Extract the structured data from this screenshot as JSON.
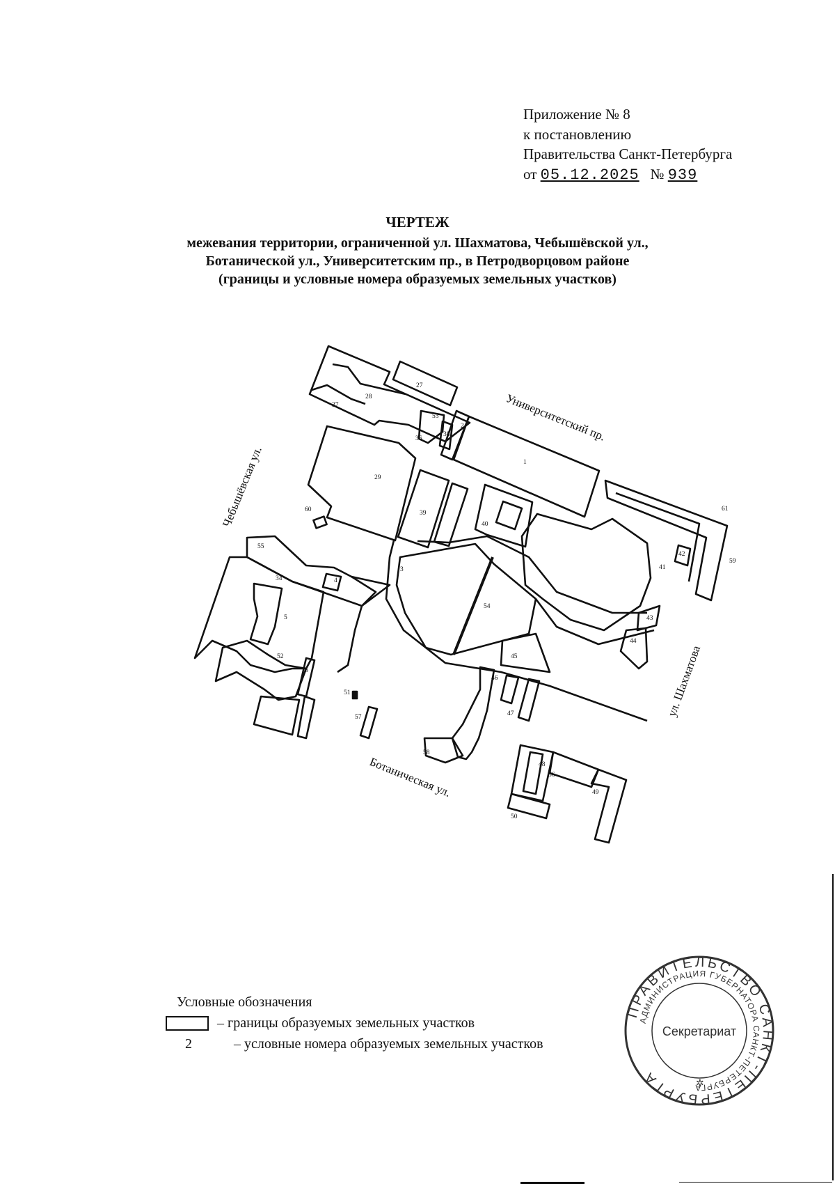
{
  "header": {
    "line1": "Приложение № 8",
    "line2": "к постановлению",
    "line3": "Правительства Санкт-Петербурга",
    "date_prefix": "от",
    "date": "05.12.2025",
    "number_prefix": "№",
    "number": "939"
  },
  "title": {
    "main": "ЧЕРТЕЖ",
    "line1": "межевания территории, ограниченной ул. Шахматова, Чебышёвской ул.,",
    "line2": "Ботанической ул., Университетским пр., в Петродворцовом районе",
    "line3": "(границы и условные номера образуемых земельных участков)"
  },
  "map": {
    "streets": {
      "universitetsky": "Университетский пр.",
      "chebyshevskaya": "Чебышёвская ул.",
      "botanicheskaya": "Ботаническая ул.",
      "shakhmatova": "ул. Шахматова"
    },
    "parcel_labels": [
      "1",
      "2",
      "3",
      "4",
      "5",
      "6",
      "27",
      "28",
      "29",
      "34",
      "36",
      "37",
      "38",
      "39",
      "40",
      "41",
      "42",
      "43",
      "44",
      "45",
      "46",
      "47",
      "48",
      "49",
      "50",
      "51",
      "52",
      "53",
      "54",
      "55",
      "56",
      "57",
      "58",
      "59",
      "60",
      "61"
    ]
  },
  "legend": {
    "heading": "Условные обозначения",
    "boundaries_text": "– границы образуемых земельных участков",
    "number_sample": "2",
    "numbers_text": "– условные номера образуемых земельных участков"
  },
  "stamp": {
    "outer_text": "ПРАВИТЕЛЬСТВО САНКТ-ПЕТЕРБУРГА",
    "inner_text": "АДМИНИСТРАЦИЯ ГУБЕРНАТОРА САНКТ-ПЕТЕРБУРГА",
    "center_text": "Секретариат"
  }
}
